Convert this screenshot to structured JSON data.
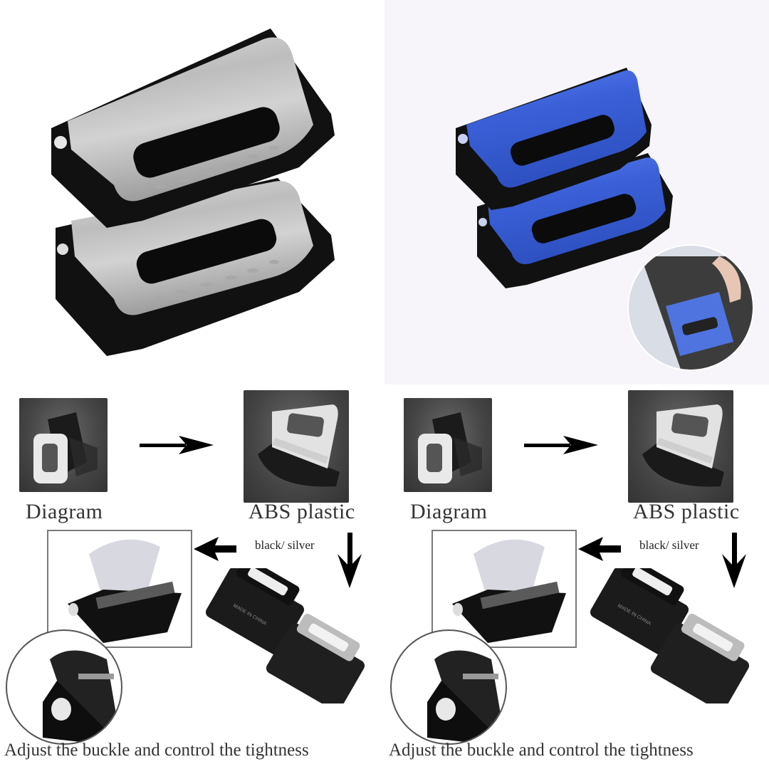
{
  "product": {
    "name": "Seat Belt Adjuster Clip",
    "variants": [
      {
        "color_name": "silver",
        "body_color": "#b9b9b9",
        "base_color": "#111111"
      },
      {
        "color_name": "blue",
        "body_color": "#3a5fd6",
        "base_color": "#111111"
      }
    ],
    "background_top_right": "#f6f4f8"
  },
  "panels": [
    {
      "step1_caption": "Diagram",
      "step2_caption": "ABS plastic",
      "color_note": "black/ silver",
      "bottom_caption": "Adjust the buckle and control the tightness",
      "buckle_imprint": "MADE IN CHINA"
    },
    {
      "step1_caption": "Diagram",
      "step2_caption": "ABS plastic",
      "color_note": "black/ silver",
      "bottom_caption": "Adjust the buckle and control the tightness",
      "buckle_imprint": "MADE IN CHINA"
    }
  ],
  "icons": {
    "arrow_right": "arrow-right-icon",
    "arrow_left": "arrow-left-icon",
    "arrow_down": "arrow-down-icon"
  }
}
